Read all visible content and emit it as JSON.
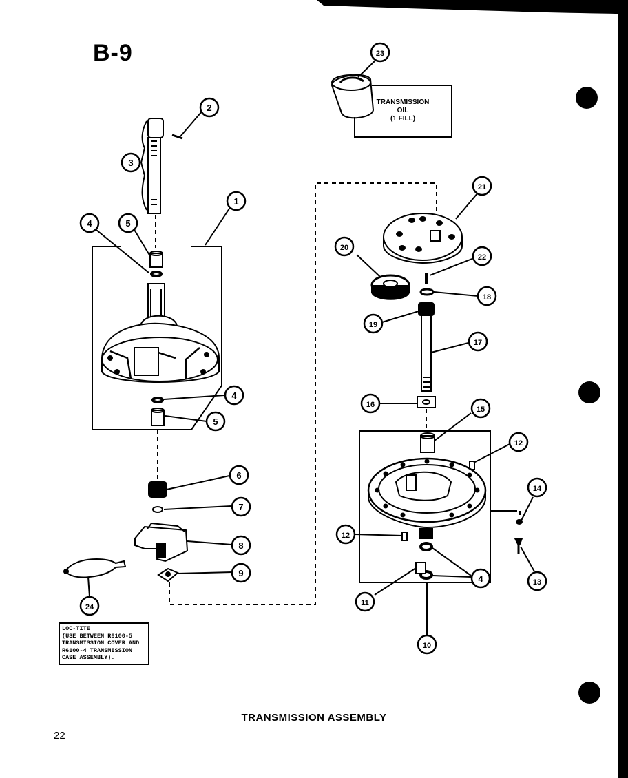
{
  "page_code": "B-9",
  "page_number": "22",
  "caption": "TRANSMISSION ASSEMBLY",
  "oil_note": {
    "line1": "TRANSMISSION",
    "line2": "OIL",
    "line3": "(1 FILL)"
  },
  "loctite_note": {
    "line1": "LOC-TITE",
    "line2": "(USE BETWEEN R6100-5",
    "line3": "TRANSMISSION COVER AND",
    "line4": "R6100-4 TRANSMISSION",
    "line5": "CASE ASSEMBLY)."
  },
  "callouts": {
    "c1": "1",
    "c2": "2",
    "c3": "3",
    "c4a": "4",
    "c5a": "5",
    "c4b": "4",
    "c5b": "5",
    "c6": "6",
    "c7": "7",
    "c8": "8",
    "c9": "9",
    "c24": "24",
    "c23": "23",
    "c21": "21",
    "c20": "20",
    "c22": "22",
    "c18": "18",
    "c19": "19",
    "c17": "17",
    "c16": "16",
    "c15": "15",
    "c12a": "12",
    "c14": "14",
    "c12b": "12",
    "c4c": "4",
    "c13": "13",
    "c11": "11",
    "c10": "10"
  }
}
